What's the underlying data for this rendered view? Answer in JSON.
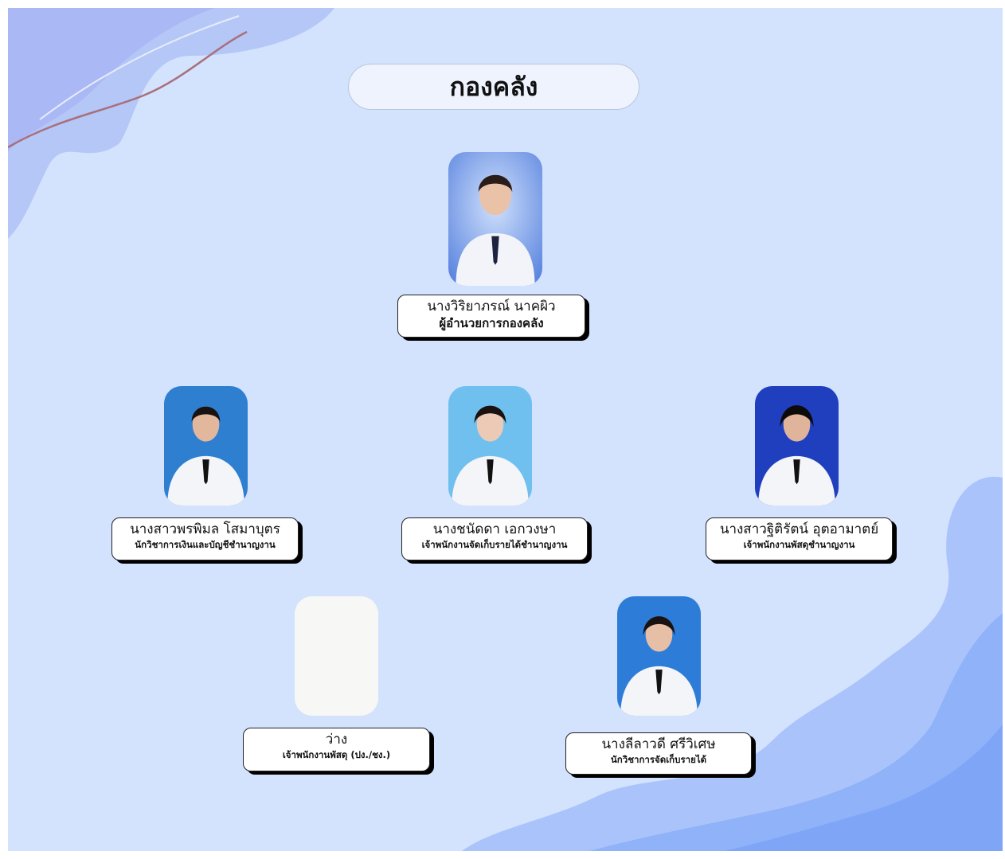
{
  "title": "กองคลัง",
  "colors": {
    "background": "#d3e2fd",
    "accent": "#8cb0f7"
  },
  "members": [
    {
      "name": "นางวิริยาภรณ์  นาคผิว",
      "position": "ผู้อำนวยการกองคลัง",
      "photo": "portrait"
    },
    {
      "name": "นางสาวพรพิมล  โสมาบุตร",
      "position": "นักวิชาการเงินและบัญชีชำนาญงาน",
      "photo": "portrait"
    },
    {
      "name": "นางชนัดดา  เอกวงษา",
      "position": "เจ้าพนักงานจัดเก็บรายได้ชำนาญงาน",
      "photo": "portrait"
    },
    {
      "name": "นางสาวฐิติรัตน์  อุตอามาตย์",
      "position": "เจ้าพนักงานพัสดุชำนาญงาน",
      "photo": "portrait"
    },
    {
      "name": "ว่าง",
      "position": "เจ้าพนักงานพัสดุ (ปง./ชง.)",
      "photo": "blank"
    },
    {
      "name": "นางลีลาวดี ศรีวิเศษ",
      "position": "นักวิชาการจัดเก็บรายได้",
      "photo": "portrait"
    }
  ]
}
